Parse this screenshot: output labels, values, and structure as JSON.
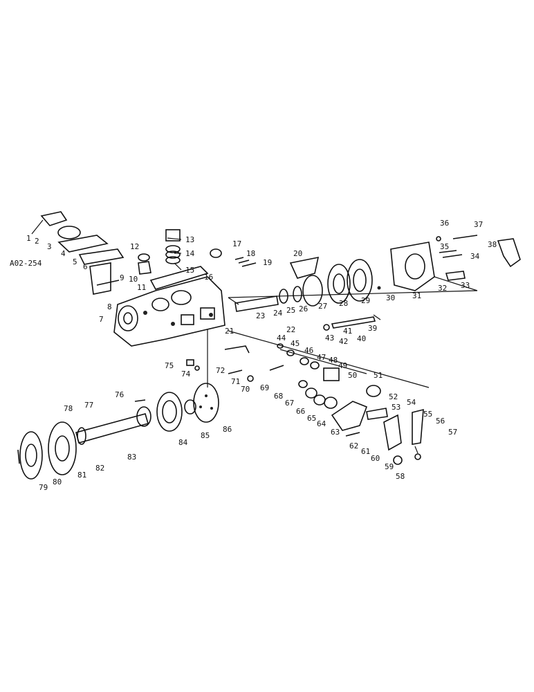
{
  "drawing_code": "A02-254",
  "callouts": [
    "1",
    "2",
    "3",
    "4",
    "5",
    "6",
    "7",
    "8",
    "9",
    "10",
    "11",
    "12",
    "13",
    "14",
    "15",
    "16",
    "17",
    "18",
    "19",
    "20",
    "21",
    "22",
    "23",
    "24",
    "25",
    "26",
    "27",
    "28",
    "29",
    "30",
    "31",
    "32",
    "33",
    "34",
    "35",
    "36",
    "37",
    "38",
    "39",
    "40",
    "41",
    "42",
    "43",
    "44",
    "45",
    "46",
    "47",
    "48",
    "49",
    "50",
    "51",
    "52",
    "53",
    "54",
    "55",
    "56",
    "57",
    "58",
    "59",
    "60",
    "61",
    "62",
    "63",
    "64",
    "65",
    "66",
    "67",
    "68",
    "69",
    "70",
    "71",
    "72",
    "74",
    "75",
    "76",
    "77",
    "78",
    "79",
    "80",
    "81",
    "82",
    "83",
    "84",
    "85",
    "86"
  ],
  "colors": {
    "ink": "#111111",
    "paper": "#ffffff"
  }
}
